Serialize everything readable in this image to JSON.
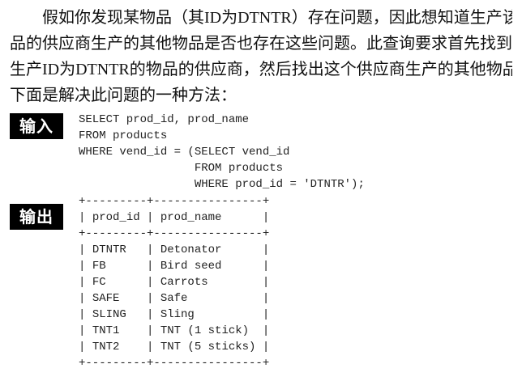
{
  "paragraph": {
    "lines": [
      "假如你发现某物品（其ID为DTNTR）存在问题，因此想知道生产该物",
      "品的供应商生产的其他物品是否也存在这些问题。此查询要求首先找到",
      "生产ID为DTNTR的物品的供应商，然后找出这个供应商生产的其他物品。",
      "下面是解决此问题的一种方法："
    ]
  },
  "input_label": "输入",
  "output_label": "输出",
  "sql": [
    "SELECT prod_id, prod_name",
    "FROM products",
    "WHERE vend_id = (SELECT vend_id",
    "                 FROM products",
    "                 WHERE prod_id = 'DTNTR');"
  ],
  "result": {
    "columns": [
      "prod_id",
      "prod_name"
    ],
    "rows": [
      [
        "DTNTR",
        "Detonator"
      ],
      [
        "FB",
        "Bird seed"
      ],
      [
        "FC",
        "Carrots"
      ],
      [
        "SAFE",
        "Safe"
      ],
      [
        "SLING",
        "Sling"
      ],
      [
        "TNT1",
        "TNT (1 stick)"
      ],
      [
        "TNT2",
        "TNT (5 sticks)"
      ]
    ]
  }
}
